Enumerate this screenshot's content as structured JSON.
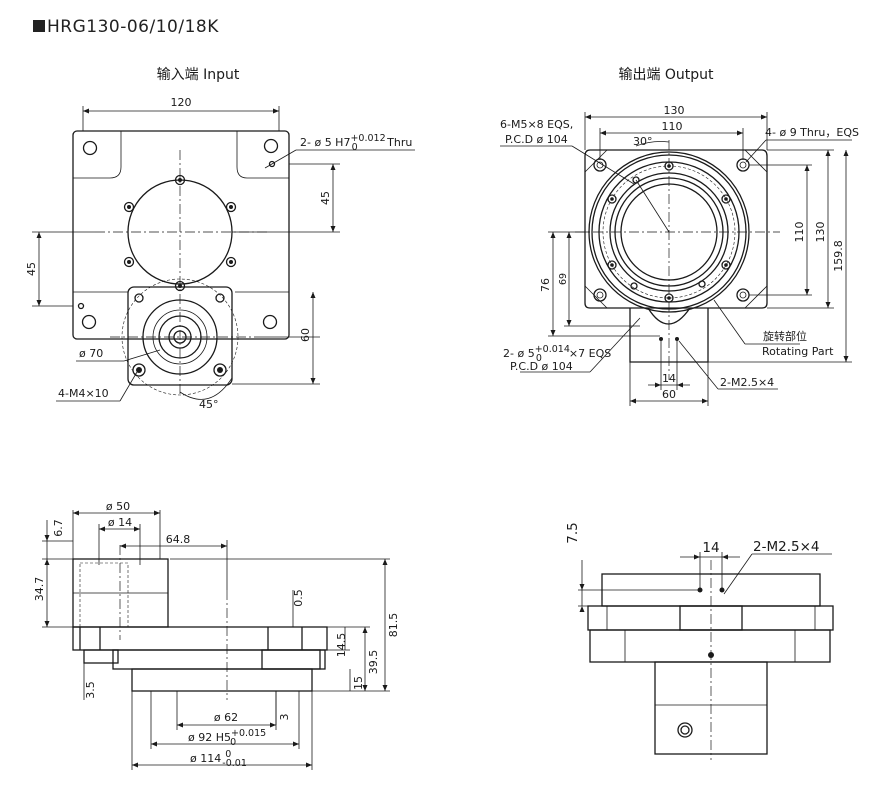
{
  "title": "HRG130-06/10/18K",
  "input_view": {
    "heading": "输入端 Input",
    "dims": {
      "width": "120",
      "hole_note_a": "2- ø 5 H7",
      "hole_tol_up": "+0.012",
      "hole_tol_low": "0",
      "hole_note_b": " Thru",
      "v45_right": "45",
      "v45_left": "45",
      "v60": "60",
      "dia70": "ø 70",
      "bolts": "4-M4×10",
      "angle": "45°"
    }
  },
  "output_view": {
    "heading": "输出端 Output",
    "dims": {
      "w130": "130",
      "w110": "110",
      "angle30": "30°",
      "thread_note": "6-M5×8 EQS,",
      "pcd_top": "P.C.D  ø 104",
      "thru_note": "4- ø 9 Thru，EQS",
      "v110": "110",
      "v130": "130",
      "v159": "159.8",
      "v76": "76",
      "v69": "69",
      "rotating_cn": "旋转部位",
      "rotating_en": "Rotating Part",
      "pin_note": "2- ø 5",
      "pin_tol_up": "+0.014",
      "pin_tol_low": "0",
      "pin_note_b": "×7 EQS",
      "pcd_bottom": "P.C.D  ø 104",
      "w14": "14",
      "w60": "60",
      "m25": "2-M2.5×4"
    }
  },
  "side_view": {
    "dims": {
      "d50": "ø 50",
      "d14": "ø 14",
      "l64": "64.8",
      "v6_7": "6.7",
      "v34_7": "34.7",
      "v0_5": "0.5",
      "v81_5": "81.5",
      "v14_5": "14.5",
      "v39_5": "39.5",
      "v15": "15",
      "v3_5": "3.5",
      "v3": "3",
      "d62": "ø 62",
      "d92": "ø 92 H5",
      "d92_up": "+0.015",
      "d92_low": "0",
      "d114": "ø 114",
      "d114_up": "0",
      "d114_low": "-0.01"
    }
  },
  "side_view_right": {
    "dims": {
      "v7_5": "7.5",
      "w14": "14",
      "m25": "2-M2.5×4"
    }
  }
}
